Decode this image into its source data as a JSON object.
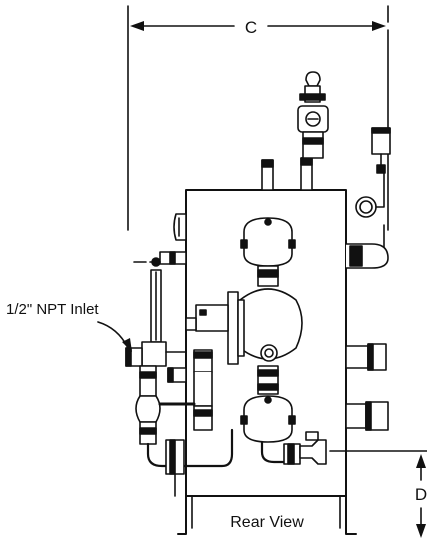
{
  "labels": {
    "dim_c": "C",
    "dim_d": "D",
    "inlet": "1/2\" NPT Inlet",
    "view": "Rear View"
  },
  "colors": {
    "ink": "#111111",
    "paper": "#ffffff"
  }
}
